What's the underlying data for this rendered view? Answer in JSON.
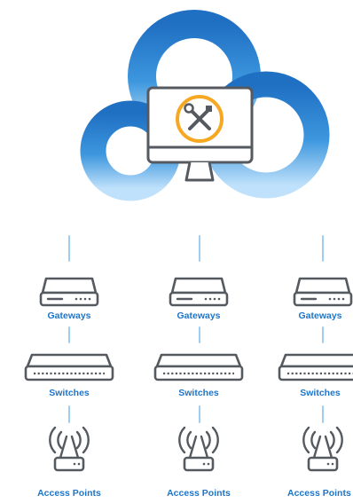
{
  "colors": {
    "accent_blue": "#1e75c8",
    "light_blue": "#9fcdf2",
    "cloud_dark": "#1f6fc3",
    "cloud_light": "#bfe1fb",
    "tool_orange": "#f7a823",
    "device_gray": "#555a60"
  },
  "icons": {
    "center": "monitor-tools-icon",
    "gateway": "gateway-icon",
    "switch": "switch-icon",
    "access_point": "access-point-icon"
  },
  "columns": [
    {
      "gateway_label": "Gateways",
      "switch_label": "Switches",
      "ap_label": "Access Points"
    },
    {
      "gateway_label": "Gateways",
      "switch_label": "Switches",
      "ap_label": "Access Points"
    },
    {
      "gateway_label": "Gateways",
      "switch_label": "Switches",
      "ap_label": "Access Points"
    }
  ]
}
